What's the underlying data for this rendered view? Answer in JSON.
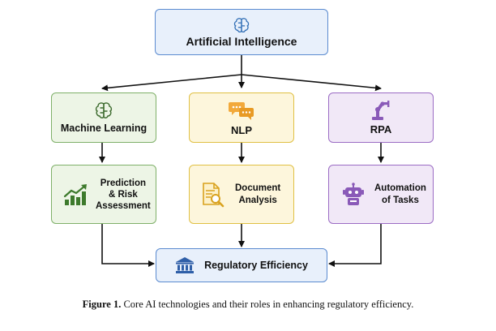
{
  "nodes": {
    "ai": "Artificial Intelligence",
    "ml": "Machine Learning",
    "nlp": "NLP",
    "rpa": "RPA",
    "prediction": [
      "Prediction",
      "& Risk",
      "Assessment"
    ],
    "document": [
      "Document",
      "Analysis"
    ],
    "automation": [
      "Automation",
      "of Tasks"
    ],
    "regulatory": "Regulatory Efficiency"
  },
  "caption": {
    "label": "Figure 1.",
    "text": "Core AI technologies and their roles in enhancing regulatory efficiency."
  },
  "icons": {
    "ai": "brain-icon",
    "ml": "brain-icon",
    "nlp": "chat-bubbles-icon",
    "rpa": "robotic-arm-icon",
    "prediction": "growth-chart-icon",
    "document": "document-search-icon",
    "automation": "robot-icon",
    "regulatory": "bank-building-icon"
  },
  "colors": {
    "blue": "#5b8bd0",
    "green": "#7fb069",
    "yellow": "#e0c044",
    "purple": "#9b6cc4"
  }
}
